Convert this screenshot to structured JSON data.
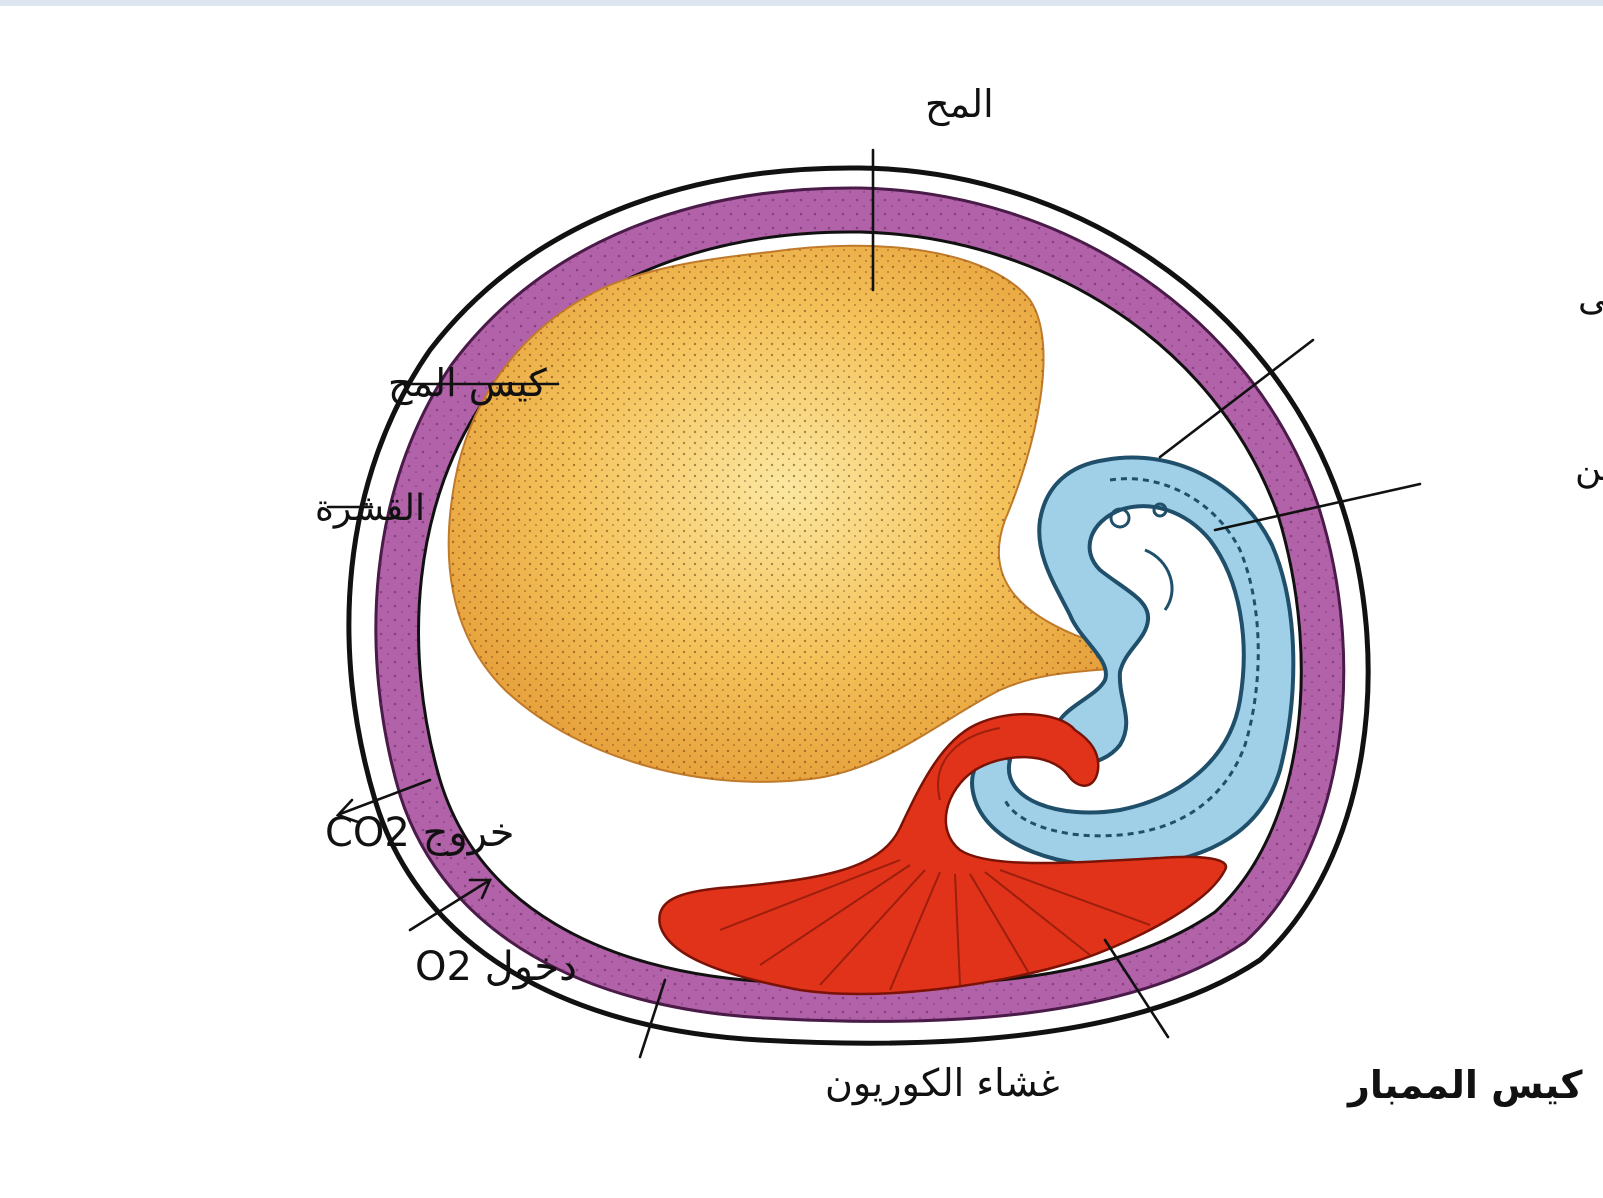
{
  "labels": {
    "yolk": "المح",
    "yolk_sac": "كيس المح",
    "amnion": "الغشاء السلى",
    "embryo": "الجنين",
    "shell": "القشرة",
    "co2_out": "خروج CO2",
    "o2_in": "دخول O2",
    "chorion": "غشاء الكوريون",
    "allantois": "كيس الممبار"
  },
  "colors": {
    "shell_outline": "#111111",
    "chorion_band": "#b262a8",
    "yolk": "#f1b448",
    "embryo_amnion": "#9fd0e8",
    "allantois": "#e0331a"
  }
}
